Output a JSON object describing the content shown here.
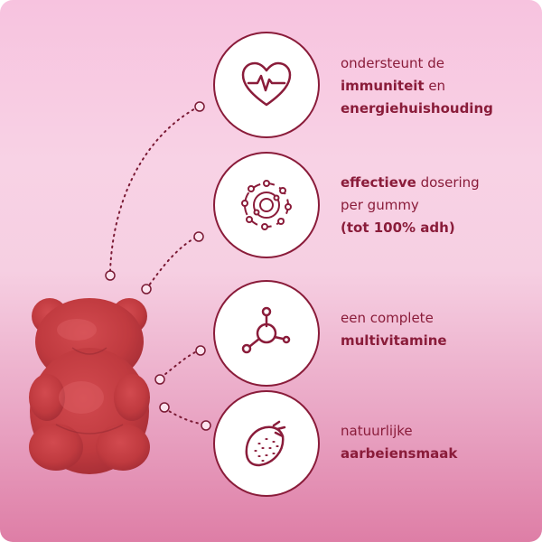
{
  "features": [
    {
      "icon": "heartbeat-icon",
      "line1_bold": "",
      "line1": "ondersteunt de",
      "line2_bold": "immuniteit",
      "line2": " en",
      "line3_bold": "energiehuishouding",
      "line3": ""
    },
    {
      "icon": "atom-dose-icon",
      "line1_bold": "effectieve",
      "line1": " dosering",
      "line2_bold": "",
      "line2": "per gummy",
      "line3_bold": "(tot 100% adh)",
      "line3": ""
    },
    {
      "icon": "molecule-icon",
      "line1_bold": "",
      "line1": "een complete",
      "line2_bold": "multivitamine",
      "line2": ""
    },
    {
      "icon": "strawberry-icon",
      "line1_bold": "",
      "line1": "natuurlijke",
      "line2_bold": "aarbeiensmaak",
      "line2": ""
    }
  ],
  "colors": {
    "accent": "#8a1c3a",
    "bear": "#c23a3f",
    "background_top": "#f7c3df",
    "background_bottom": "#de7ea6"
  }
}
